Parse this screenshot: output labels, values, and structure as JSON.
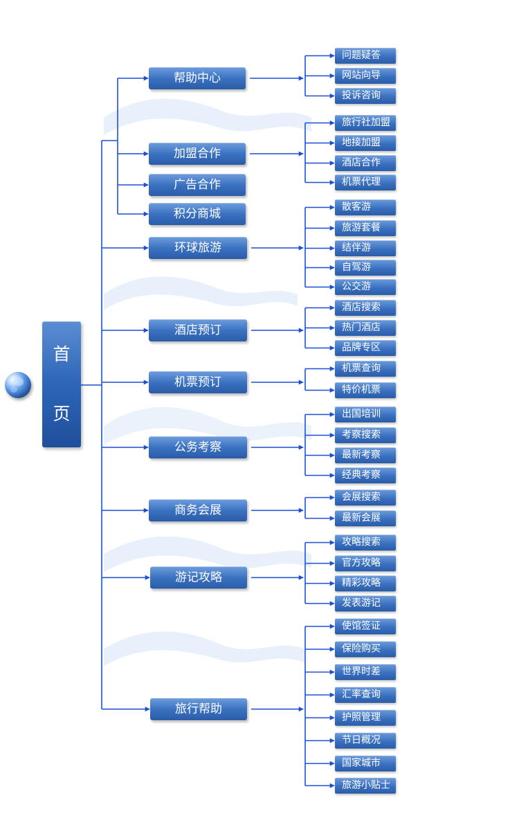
{
  "root": {
    "line1": "首",
    "line2": "页"
  },
  "categories": [
    {
      "label": "帮助中心",
      "children": [
        "问题疑答",
        "网站向导",
        "投诉咨询"
      ]
    },
    {
      "label": "加盟合作",
      "children": [
        "旅行社加盟",
        "地接加盟",
        "酒店合作",
        "机票代理"
      ]
    },
    {
      "label": "广告合作",
      "children": []
    },
    {
      "label": "积分商城",
      "children": []
    },
    {
      "label": "环球旅游",
      "children": [
        "散客游",
        "旅游套餐",
        "结伴游",
        "自驾游",
        "公交游"
      ]
    },
    {
      "label": "酒店预订",
      "children": [
        "酒店搜索",
        "热门酒店",
        "品牌专区"
      ]
    },
    {
      "label": "机票预订",
      "children": [
        "机票查询",
        "特价机票"
      ]
    },
    {
      "label": "公务考察",
      "children": [
        "出国培训",
        "考察搜索",
        "最新考察",
        "经典考察"
      ]
    },
    {
      "label": "商务会展",
      "children": [
        "会展搜索",
        "最新会展"
      ]
    },
    {
      "label": "游记攻略",
      "children": [
        "攻略搜索",
        "官方攻略",
        "精彩攻略",
        "发表游记"
      ]
    },
    {
      "label": "旅行帮助",
      "children": [
        "使馆签证",
        "保险购买",
        "世界时差",
        "汇率查询",
        "护照管理",
        "节日概况",
        "国家城市",
        "旅游小贴士"
      ]
    }
  ],
  "colors": {
    "line": "#1c4fd6",
    "node_top": "#6e9ddc",
    "node_bottom": "#2a5ca9",
    "text": "#ffffff"
  }
}
